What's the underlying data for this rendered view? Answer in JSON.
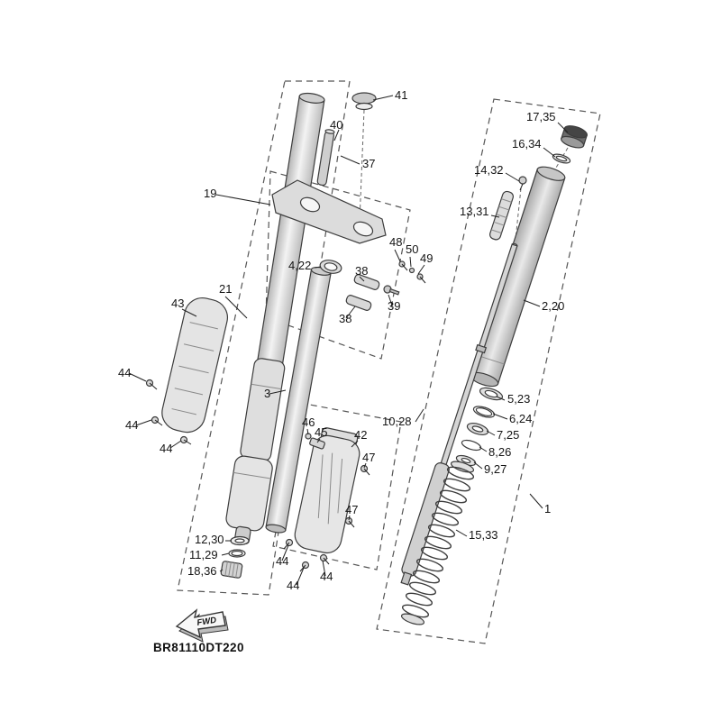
{
  "diagram": {
    "code": "BR81110DT220",
    "fwd_label": "FWD",
    "callouts": [
      "41",
      "40",
      "37",
      "19",
      "17,35",
      "16,34",
      "14,32",
      "13,31",
      "48",
      "50",
      "49",
      "4,22",
      "38",
      "39",
      "38",
      "2,20",
      "43",
      "21",
      "3",
      "10,28",
      "5,23",
      "6,24",
      "7,25",
      "8,26",
      "9,27",
      "44",
      "44",
      "44",
      "46",
      "45",
      "42",
      "47",
      "47",
      "1",
      "15,33",
      "12,30",
      "11,29",
      "18,36",
      "44",
      "44",
      "44"
    ]
  }
}
